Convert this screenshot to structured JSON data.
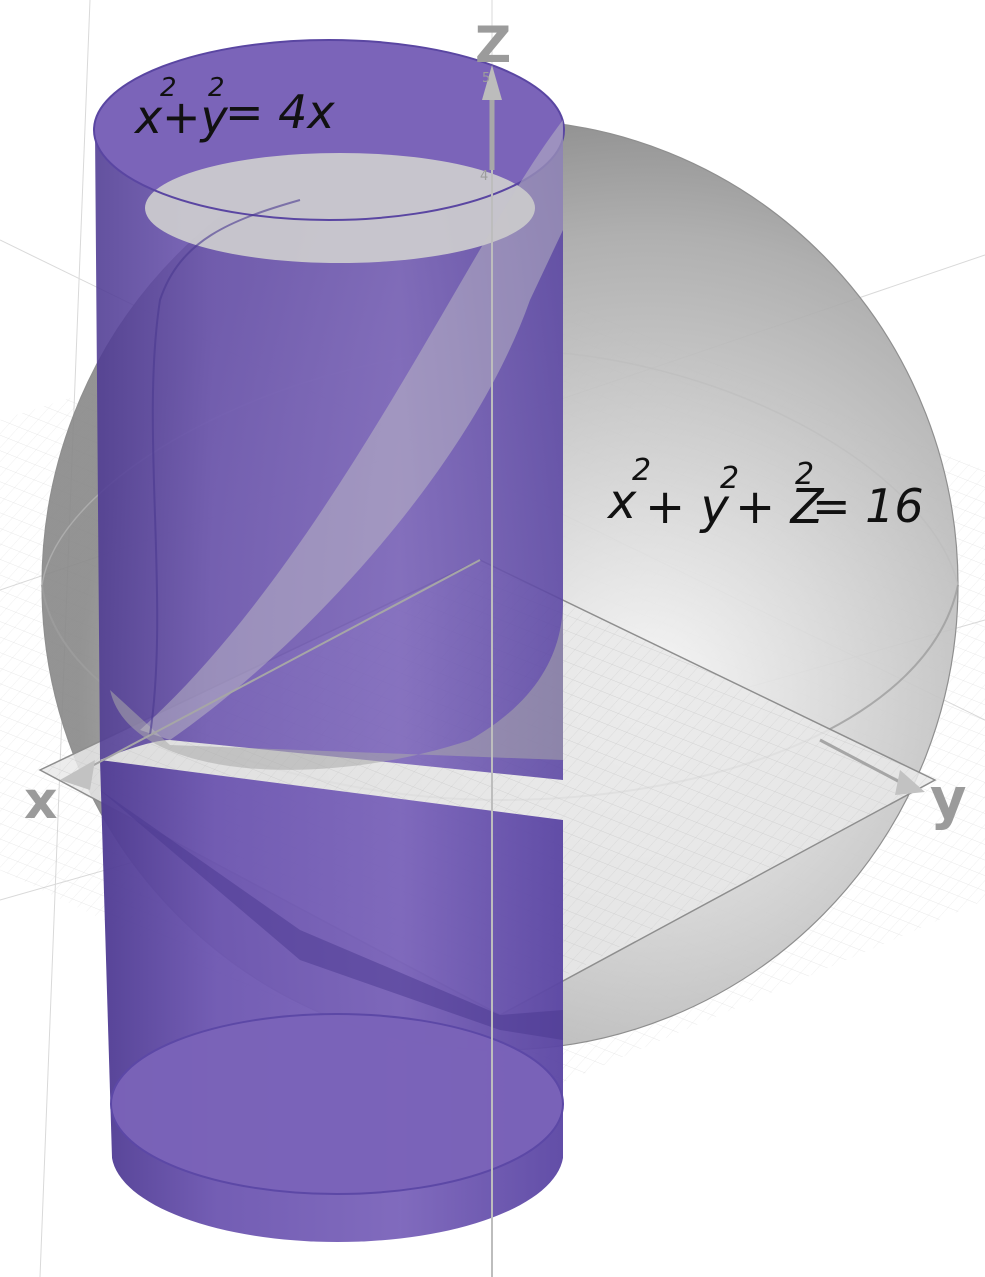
{
  "labels": {
    "cylinder": {
      "base": "x",
      "sq1": "2",
      "mid": "+y",
      "sq2": "2",
      "rest": "= 4x"
    },
    "sphere": {
      "x": "x",
      "sq1": "2",
      "p1": "+ y",
      "sq2": "2",
      "p2": "+ Z",
      "sq3": "2",
      "rest": "= 16"
    }
  },
  "axes": {
    "x": "x",
    "y": "y",
    "z": "Z",
    "tick_5": "5",
    "tick_4": "4"
  },
  "colors": {
    "cylinder": "#6a52b0",
    "sphere": "#c9c9c9",
    "grid": "#d8d8d8"
  }
}
